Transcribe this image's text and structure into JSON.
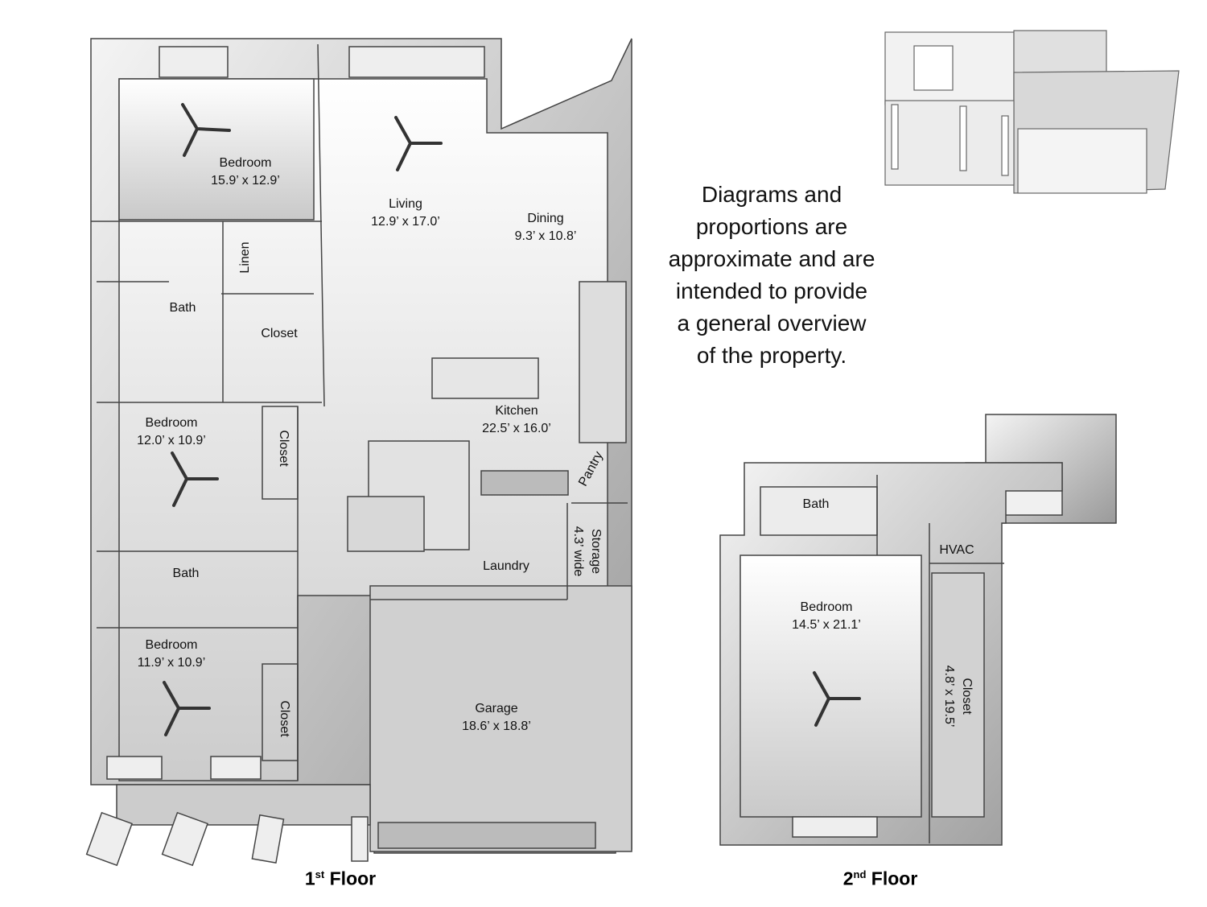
{
  "first_floor": {
    "title": "1",
    "title_sup": "st",
    "title_suffix": " Floor",
    "rooms": [
      {
        "name": "Bedroom",
        "size": "15.9’ x 12.9’"
      },
      {
        "name": "Living",
        "size": "12.9’ x 17.0’"
      },
      {
        "name": "Dining",
        "size": "9.3’ x 10.8’"
      },
      {
        "name": "Linen"
      },
      {
        "name": "Bath"
      },
      {
        "name": "Closet"
      },
      {
        "name": "Bedroom",
        "size": "12.0’ x 10.9’"
      },
      {
        "name": "Closet"
      },
      {
        "name": "Kitchen",
        "size": "22.5’ x 16.0’"
      },
      {
        "name": "Pantry"
      },
      {
        "name": "Storage",
        "size": "4.3’ wide"
      },
      {
        "name": "Laundry"
      },
      {
        "name": "Bath"
      },
      {
        "name": "Bedroom",
        "size": "11.9’ x 10.9’"
      },
      {
        "name": "Closet"
      },
      {
        "name": "Garage",
        "size": "18.6’ x 18.8’"
      }
    ]
  },
  "second_floor": {
    "title": "2",
    "title_sup": "nd",
    "title_suffix": " Floor",
    "rooms": [
      {
        "name": "Bath"
      },
      {
        "name": "HVAC"
      },
      {
        "name": "Bedroom",
        "size": "14.5’ x 21.1’"
      },
      {
        "name": "Closet",
        "size": "4.8’ x 19.5’"
      }
    ]
  },
  "disclaimer": "Diagrams and proportions are approximate and are intended to provide a general overview of the property."
}
